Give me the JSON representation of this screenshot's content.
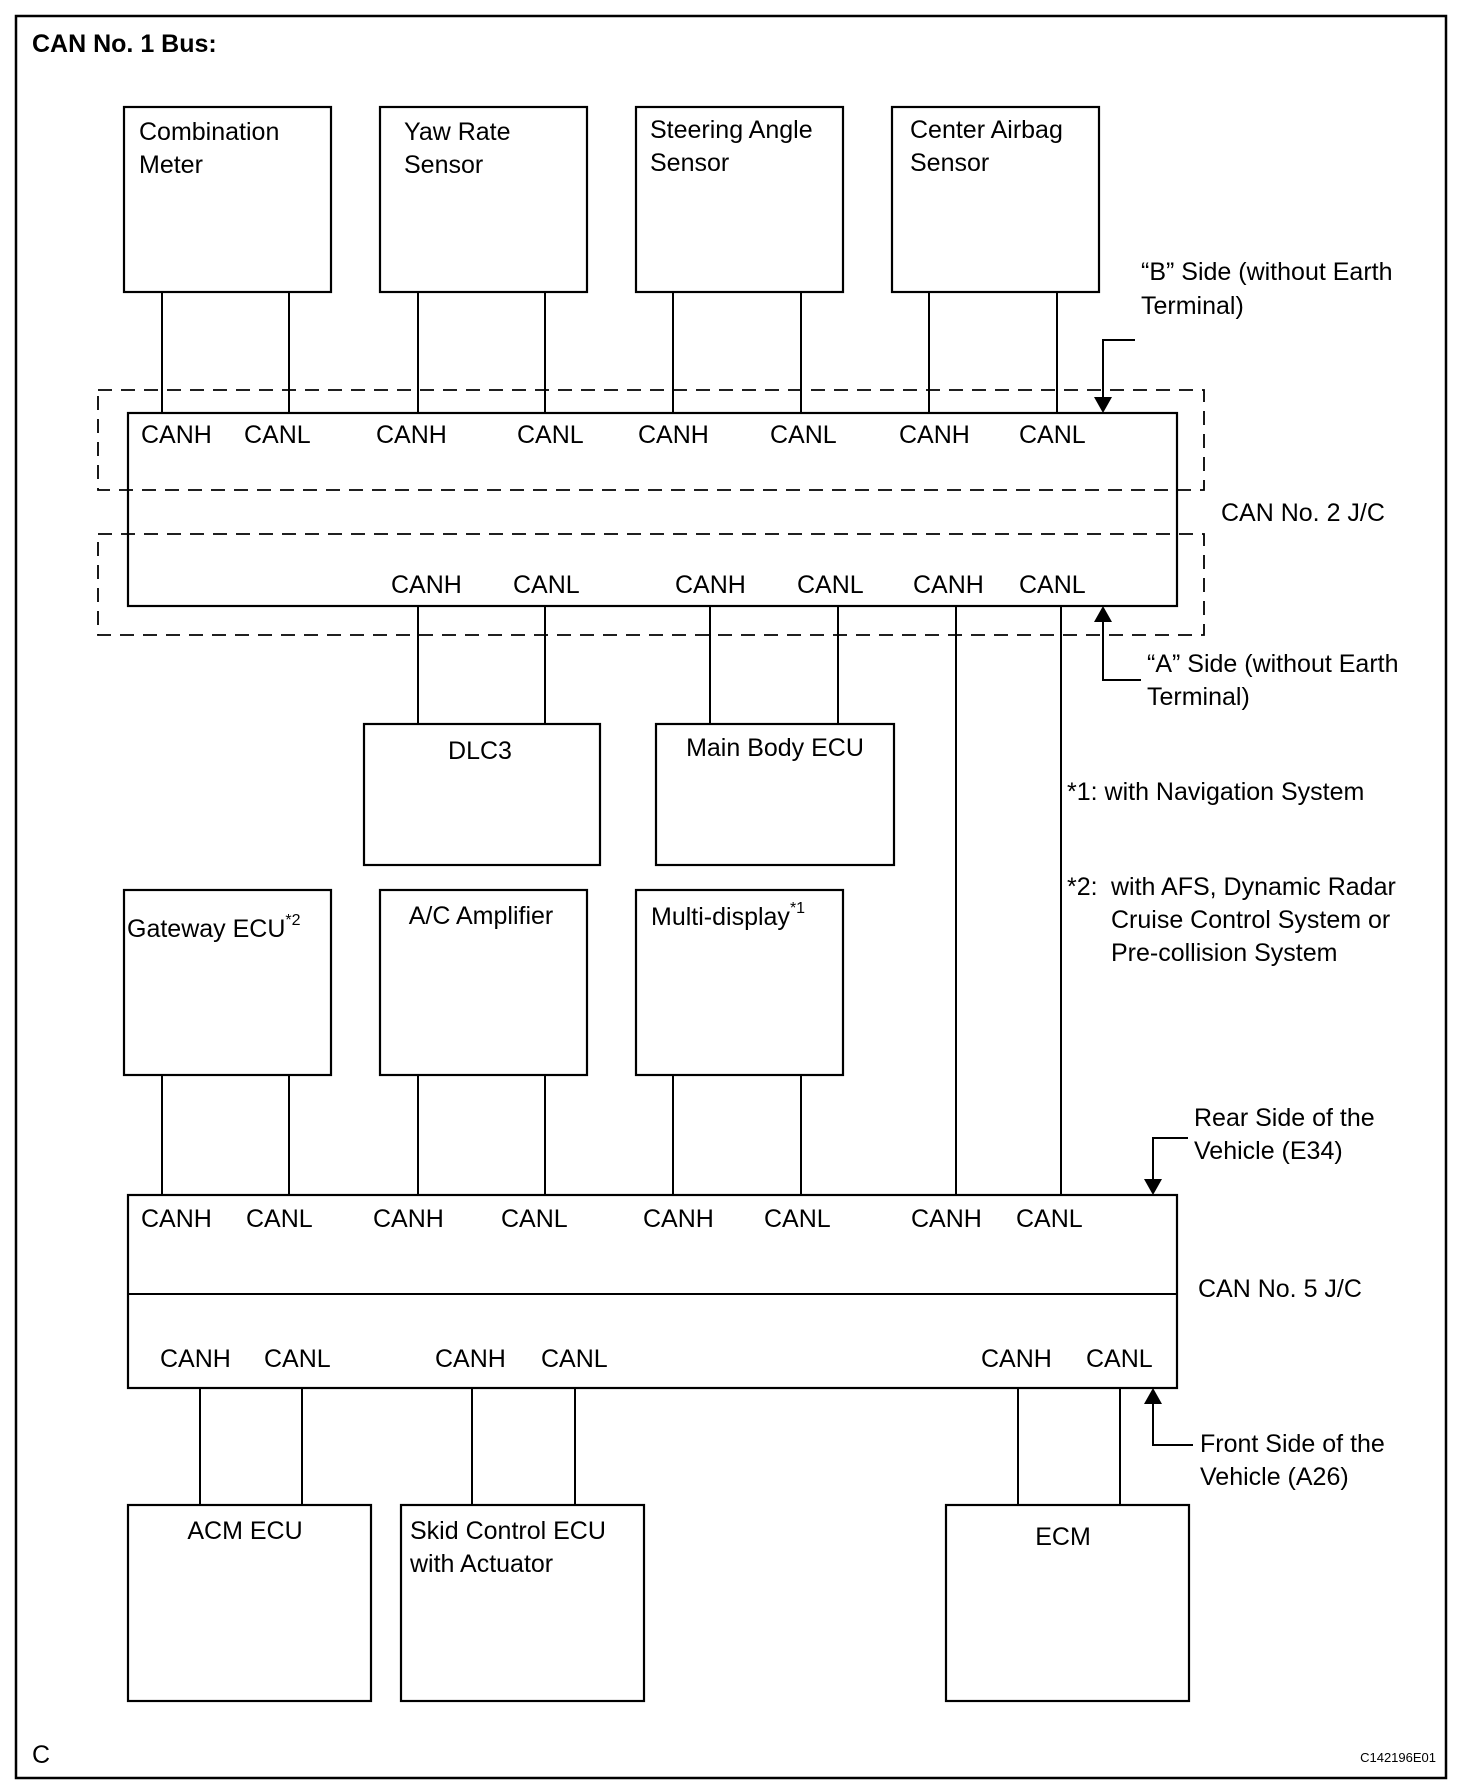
{
  "title": "CAN No. 1 Bus:",
  "corner_letter": "C",
  "figure_code": "C142196E01",
  "ecus": {
    "combination_meter": [
      "Combination",
      "Meter"
    ],
    "yaw_rate_sensor": [
      "Yaw Rate",
      "Sensor"
    ],
    "steering_angle_sensor": [
      "Steering Angle",
      "Sensor"
    ],
    "center_airbag_sensor": [
      "Center Airbag",
      "Sensor"
    ],
    "dlc3": "DLC3",
    "main_body_ecu": "Main Body ECU",
    "gateway_ecu": "Gateway ECU",
    "gateway_ecu_note_mark": "*2",
    "ac_amplifier": "A/C Amplifier",
    "multi_display": "Multi-display",
    "multi_display_note_mark": "*1",
    "acm_ecu": "ACM ECU",
    "skid_control_ecu": [
      "Skid Control ECU",
      "with Actuator"
    ],
    "ecm": "ECM"
  },
  "junctions": {
    "can2_jc": "CAN No. 2 J/C",
    "can5_jc": "CAN No. 5 J/C"
  },
  "terminals": {
    "canh": "CANH",
    "canl": "CANL"
  },
  "side_labels": {
    "b_side": [
      "“B” Side (without Earth",
      "Terminal)"
    ],
    "a_side": [
      "“A” Side (without Earth",
      "Terminal)"
    ],
    "rear_side": [
      "Rear Side of the",
      "Vehicle (E34)"
    ],
    "front_side": [
      "Front Side of the",
      "Vehicle (A26)"
    ]
  },
  "notes": {
    "note1": "*1: with Navigation System",
    "note2_mark": "*2:",
    "note2_lines": [
      "with AFS, Dynamic Radar",
      "Cruise Control System or",
      "Pre-collision System"
    ]
  }
}
